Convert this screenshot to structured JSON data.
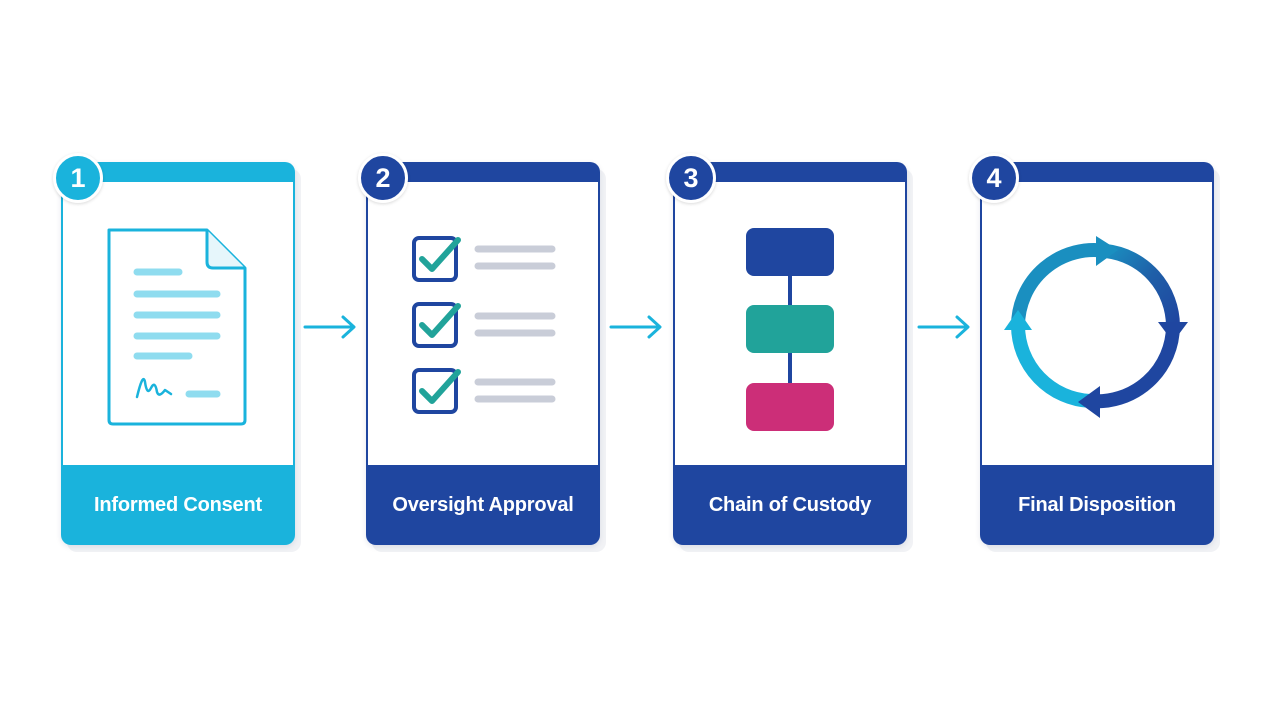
{
  "colors": {
    "cyan": "#1ab3dc",
    "navy": "#1f46a0",
    "teal": "#21a39a",
    "magenta": "#cc2e78",
    "gray": "#c9cdd8"
  },
  "steps": [
    {
      "number": "1",
      "label": "Informed Consent",
      "icon": "signed-document-icon"
    },
    {
      "number": "2",
      "label": "Oversight Approval",
      "icon": "checklist-icon"
    },
    {
      "number": "3",
      "label": "Chain of Custody",
      "icon": "chain-flow-icon"
    },
    {
      "number": "4",
      "label": "Final Disposition",
      "icon": "cycle-arrows-icon"
    }
  ]
}
